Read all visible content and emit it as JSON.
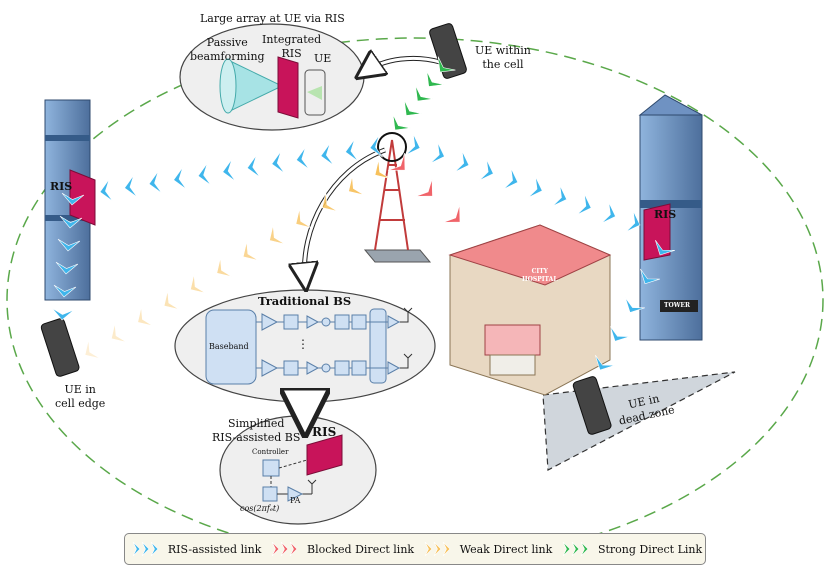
{
  "labels": {
    "large_array": "Large array at UE via RIS",
    "passive_beamforming": "Passive\nbeamforming",
    "integrated_ris": "Integrated\nRIS",
    "ue_small": "UE",
    "ue_within_cell": "UE within\nthe cell",
    "ris_left": "RIS",
    "ris_right": "RIS",
    "ue_cell_edge": "UE in\ncell edge",
    "traditional_bs": "Traditional BS",
    "baseband": "Baseband",
    "simplified_bs": "Simplified\nRIS-assisted BS",
    "ris_simplified": "RIS",
    "controller": "Controller",
    "pa": "PA",
    "cos_label": "cos(2πfₑt)",
    "ue_dead_zone": "UE in\ndead zone",
    "hospital_sign": "CITY\nHOSPITAL",
    "tower_sign": "TOWER"
  },
  "legend": [
    {
      "label": "RIS-assisted link",
      "color": "#3fb6ec",
      "icon": "blue-chevron-icon"
    },
    {
      "label": "Blocked Direct link",
      "color": "#f0646a",
      "icon": "red-chevron-icon"
    },
    {
      "label": "Weak Direct link",
      "color": "#f7c15c",
      "icon": "yellow-chevron-icon"
    },
    {
      "label": "Strong Direct Link",
      "color": "#2fb84f",
      "icon": "green-chevron-icon"
    }
  ],
  "colors": {
    "ris_blue": "#3fb6ec",
    "blocked_red": "#f0646a",
    "weak_yellow": "#f7c15c",
    "strong_green": "#2fb84f",
    "ris_magenta": "#c8145a",
    "cell_boundary": "#5aa84a"
  }
}
